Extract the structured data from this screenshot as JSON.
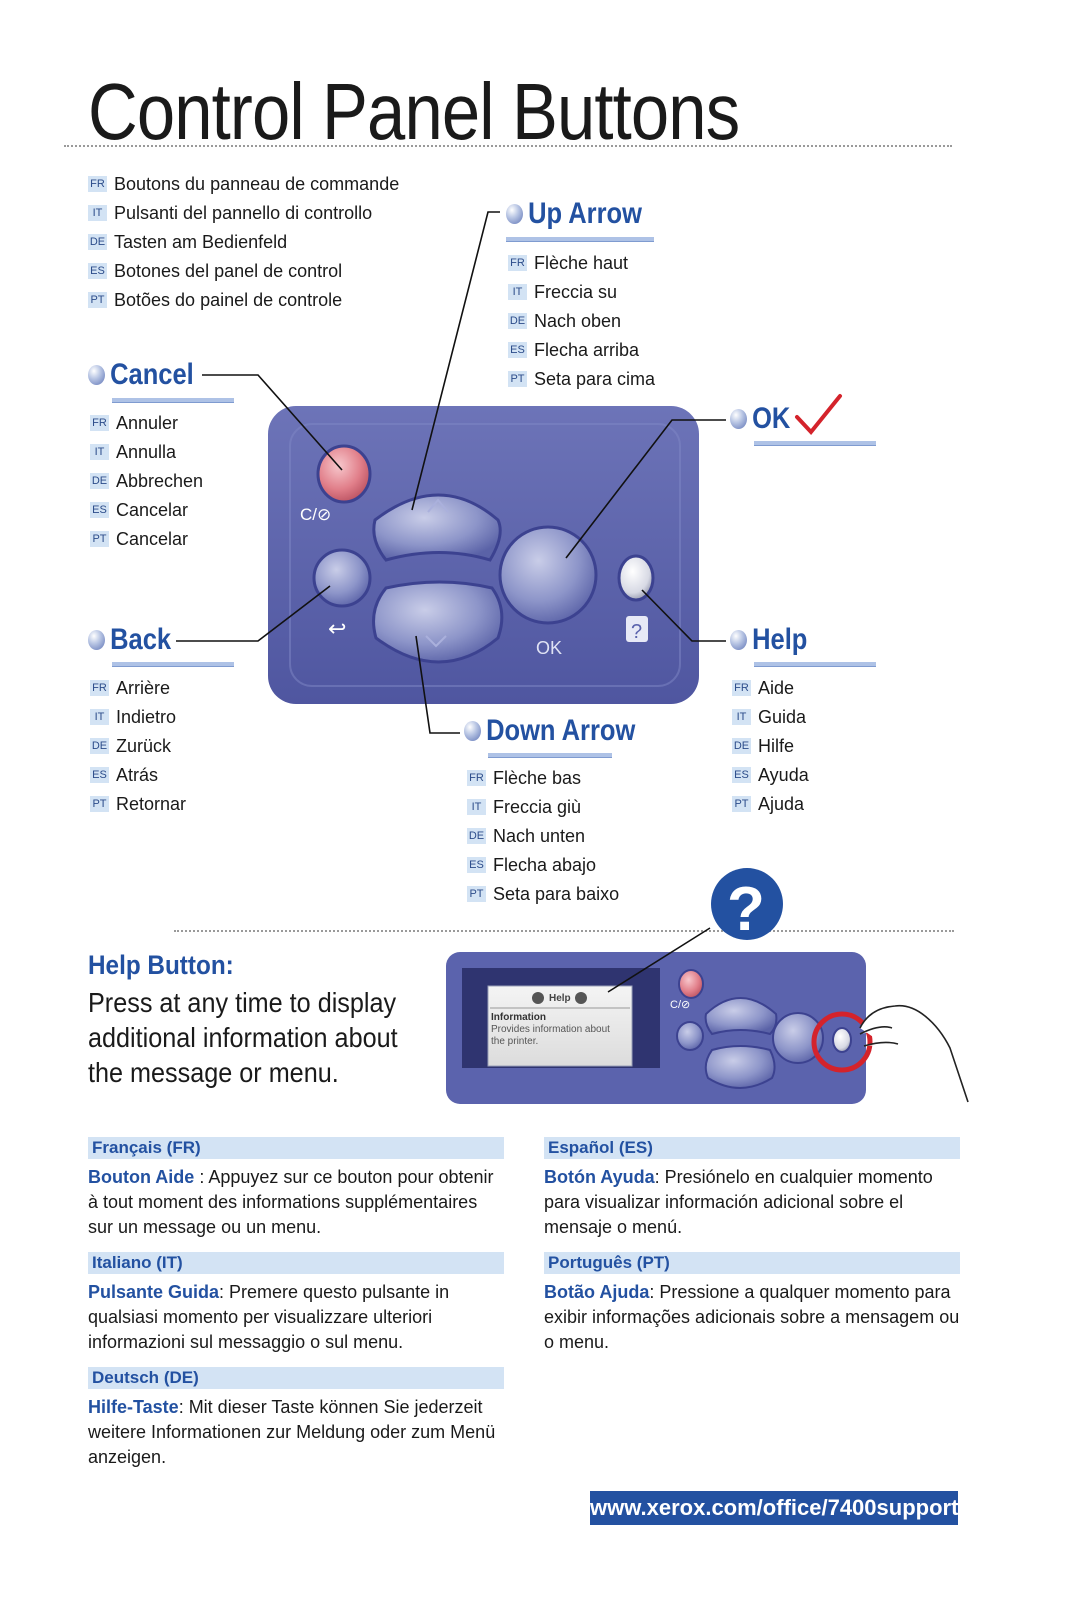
{
  "title": "Control Panel Buttons",
  "intro": [
    {
      "code": "FR",
      "text": "Boutons du panneau de commande"
    },
    {
      "code": "IT",
      "text": "Pulsanti del pannello di controllo"
    },
    {
      "code": "DE",
      "text": "Tasten am Bedienfeld"
    },
    {
      "code": "ES",
      "text": "Botones del panel de control"
    },
    {
      "code": "PT",
      "text": "Botões do painel de controle"
    }
  ],
  "cancel": {
    "heading": "Cancel",
    "items": [
      {
        "code": "FR",
        "text": "Annuler"
      },
      {
        "code": "IT",
        "text": "Annulla"
      },
      {
        "code": "DE",
        "text": "Abbrechen"
      },
      {
        "code": "ES",
        "text": "Cancelar"
      },
      {
        "code": "PT",
        "text": "Cancelar"
      }
    ]
  },
  "up_arrow": {
    "heading": "Up Arrow",
    "items": [
      {
        "code": "FR",
        "text": "Flèche haut"
      },
      {
        "code": "IT",
        "text": "Freccia su"
      },
      {
        "code": "DE",
        "text": "Nach oben"
      },
      {
        "code": "ES",
        "text": "Flecha arriba"
      },
      {
        "code": "PT",
        "text": "Seta para cima"
      }
    ]
  },
  "ok": {
    "heading": "OK"
  },
  "back": {
    "heading": "Back",
    "items": [
      {
        "code": "FR",
        "text": "Arrière"
      },
      {
        "code": "IT",
        "text": "Indietro"
      },
      {
        "code": "DE",
        "text": "Zurück"
      },
      {
        "code": "ES",
        "text": "Atrás"
      },
      {
        "code": "PT",
        "text": "Retornar"
      }
    ]
  },
  "help": {
    "heading": "Help",
    "items": [
      {
        "code": "FR",
        "text": "Aide"
      },
      {
        "code": "IT",
        "text": "Guida"
      },
      {
        "code": "DE",
        "text": "Hilfe"
      },
      {
        "code": "ES",
        "text": "Ayuda"
      },
      {
        "code": "PT",
        "text": "Ajuda"
      }
    ]
  },
  "down_arrow": {
    "heading": "Down Arrow",
    "items": [
      {
        "code": "FR",
        "text": "Flèche bas"
      },
      {
        "code": "IT",
        "text": "Freccia giù"
      },
      {
        "code": "DE",
        "text": "Nach unten"
      },
      {
        "code": "ES",
        "text": "Flecha abajo"
      },
      {
        "code": "PT",
        "text": "Seta para baixo"
      }
    ]
  },
  "panel": {
    "cancel_symbol": "C/⊘",
    "ok_label": "OK",
    "help_symbol": "?",
    "back_symbol": "↩"
  },
  "help_button": {
    "title": "Help Button:",
    "description": "Press at any time to display additional information about the message or menu.",
    "screen_title": "Help",
    "screen_item": "Information",
    "screen_text": "Provides information about the printer.",
    "big_symbol": "?"
  },
  "languages": {
    "fr": {
      "label": "Français",
      "code": "(FR)",
      "term": "Bouton Aide",
      "text": " : Appuyez sur ce bouton pour obtenir à tout moment des informations supplémentaires sur un message ou un menu."
    },
    "it": {
      "label": "Italiano",
      "code": "(IT)",
      "term": "Pulsante Guida",
      "text": ": Premere questo pulsante in qualsiasi momento per visualizzare ulteriori informazioni sul messaggio o sul menu."
    },
    "de": {
      "label": "Deutsch",
      "code": "(DE)",
      "term": "Hilfe-Taste",
      "text": ": Mit dieser Taste können Sie jederzeit weitere Informationen zur Meldung oder zum Menü anzeigen."
    },
    "es": {
      "label": "Español",
      "code": "(ES)",
      "term": "Botón Ayuda",
      "text": ": Presiónelo en cualquier momento para visualizar información adicional sobre el mensaje o menú."
    },
    "pt": {
      "label": "Português",
      "code": "(PT)",
      "term": "Botão Ajuda",
      "text": ": Pressione a qualquer momento para exibir informações adicionais sobre a mensagem ou o menu."
    }
  },
  "url": "www.xerox.com/office/7400support",
  "colors": {
    "brand_blue": "#2351a1",
    "panel_blue": "#5b63ad",
    "highlight": "#d3e3f4",
    "cancel_red": "#e07b86",
    "check_red": "#d4232b"
  }
}
